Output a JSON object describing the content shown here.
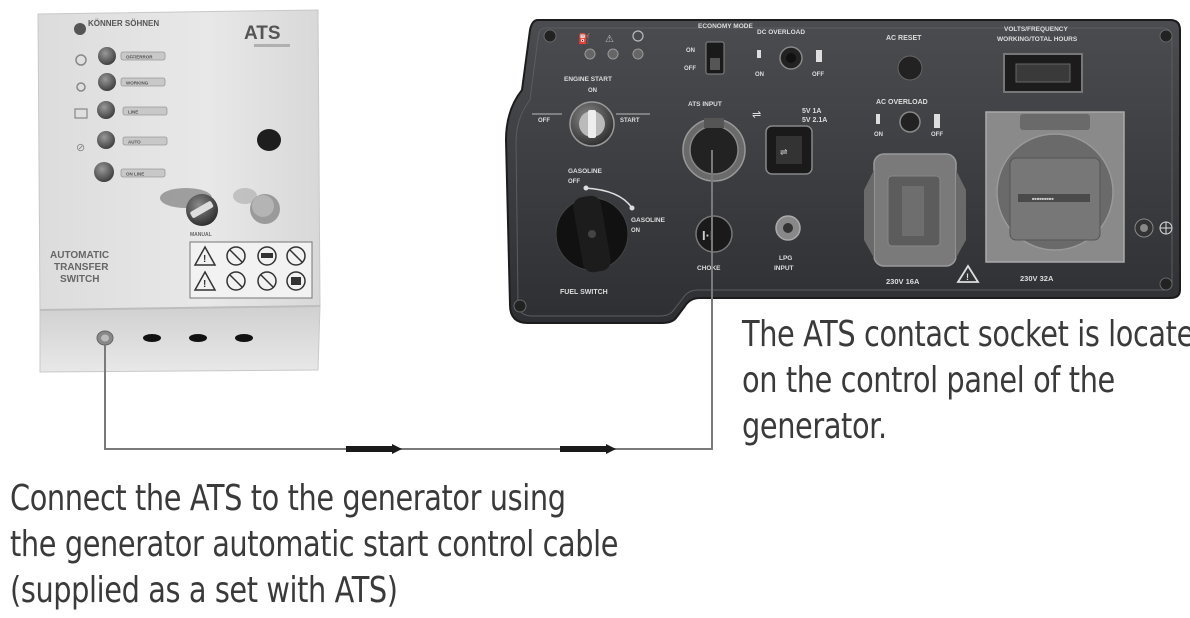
{
  "ats_box": {
    "brand": "KÖNNER SÖHNEN",
    "title": "ATS",
    "mode_labels": [
      "OFF/ERROR",
      "WORKING",
      "LINE",
      "AUTO",
      "ON LINE"
    ],
    "lettering": "AUTOMATIC TRANSFER SWITCH",
    "knob_label": "MANUAL"
  },
  "panel": {
    "economy_mode": "ECONOMY MODE",
    "dc_overload": "DC OVERLOAD",
    "ac_reset": "AC RESET",
    "volts_frequency": "VOLTS/FREQUENCY",
    "working_hours": "WORKING/TOTAL HOURS",
    "on": "ON",
    "off": "OFF",
    "engine_start": "ENGINE START",
    "start": "START",
    "ats_input": "ATS INPUT",
    "usb_rating_1": "5V 1A",
    "usb_rating_2": "5V 2.1A",
    "ac_overload": "AC OVERLOAD",
    "gasoline": "GASOLINE",
    "choke": "CHOKE",
    "lpg": "LPG",
    "input": "INPUT",
    "fuel_switch": "FUEL SWITCH",
    "socket_16a": "230V 16A",
    "socket_32a": "230V 32A"
  },
  "captions": {
    "right": [
      "The ATS contact socket is located",
      "on the control panel of the",
      "generator."
    ],
    "left": [
      "Connect the ATS to the generator using",
      "the generator automatic start control cable",
      "(supplied as a set with ATS)"
    ]
  }
}
